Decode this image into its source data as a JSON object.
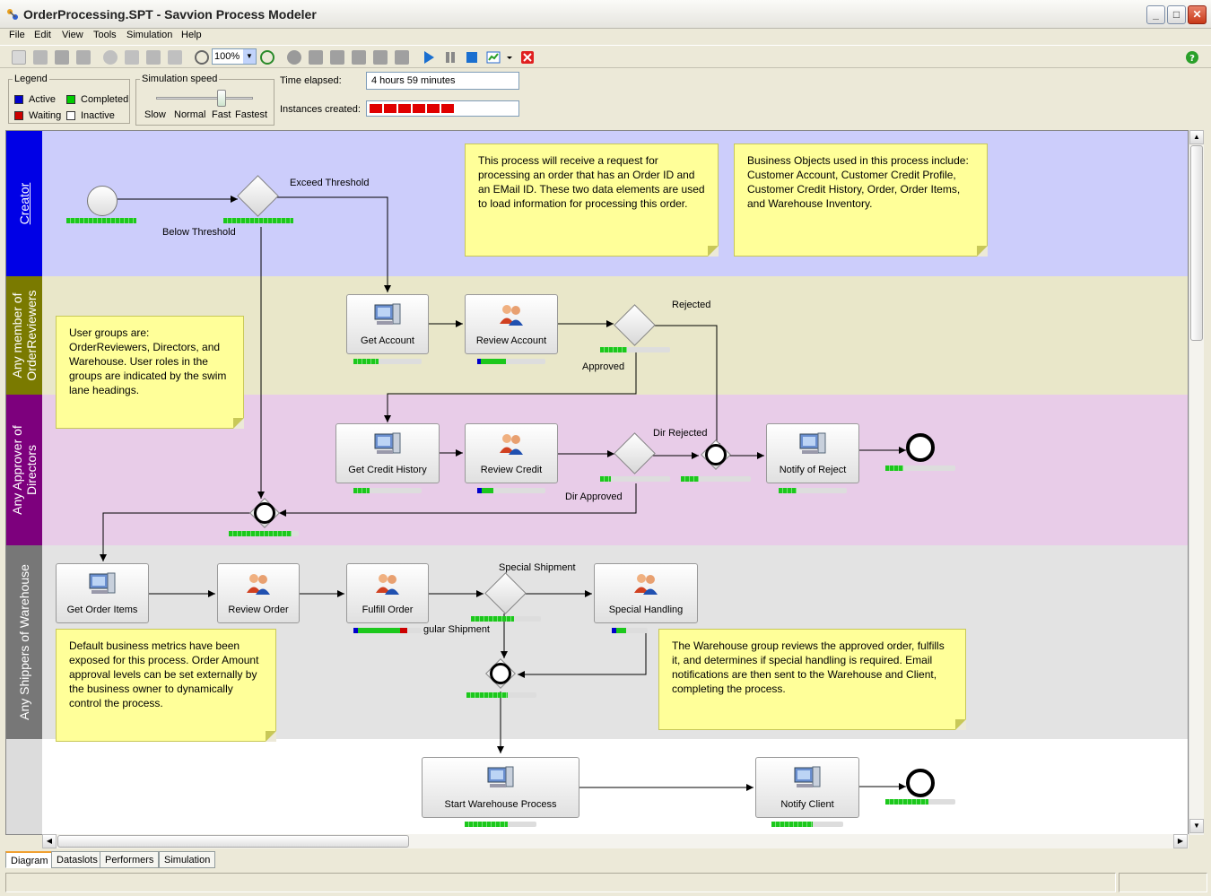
{
  "window": {
    "title": "OrderProcessing.SPT - Savvion Process Modeler"
  },
  "menu": [
    "File",
    "Edit",
    "View",
    "Tools",
    "Simulation",
    "Help"
  ],
  "toolbar": {
    "zoom": "100%"
  },
  "legend": {
    "title": "Legend",
    "items": [
      {
        "label": "Active",
        "color": "#0000cc"
      },
      {
        "label": "Completed",
        "color": "#00cc00"
      },
      {
        "label": "Waiting",
        "color": "#cc0000"
      },
      {
        "label": "Inactive",
        "color": "#ffffff"
      }
    ]
  },
  "speed": {
    "title": "Simulation speed",
    "labels": [
      "Slow",
      "Normal",
      "Fast",
      "Fastest"
    ]
  },
  "sim": {
    "time_label": "Time elapsed:",
    "time_value": "4 hours 59 minutes",
    "instances_label": "Instances created:",
    "instances_count": 6
  },
  "lanes": [
    {
      "label": "Creator",
      "color": "#0000e6",
      "bg": "#cccdfb"
    },
    {
      "label": "Any member of OrderReviewers",
      "color": "#7a7a00",
      "bg": "#e9e7c9"
    },
    {
      "label": "Any Approver of Directors",
      "color": "#7d007d",
      "bg": "#e8cce8"
    },
    {
      "label": "Any Shippers of Warehouse",
      "color": "#777777",
      "bg": "#e3e3e3"
    }
  ],
  "tasks": {
    "get_account": "Get Account",
    "review_account": "Review Account",
    "get_credit_history": "Get Credit History",
    "review_credit": "Review Credit",
    "notify_reject": "Notify of Reject",
    "get_order_items": "Get Order Items",
    "review_order": "Review Order",
    "fulfill_order": "Fulfill Order",
    "special_handling": "Special Handling",
    "start_warehouse": "Start Warehouse Process",
    "notify_client": "Notify Client"
  },
  "flow_labels": {
    "exceed": "Exceed Threshold",
    "below": "Below Threshold",
    "rejected": "Rejected",
    "approved": "Approved",
    "dir_rejected": "Dir Rejected",
    "dir_approved": "Dir Approved",
    "special": "Special Shipment",
    "regular": "gular Shipment"
  },
  "notes": {
    "n1": "This process will receive a request for processing an order that has an Order ID and an EMail ID. These two data elements are used to load information for processing this order.",
    "n2": "Business Objects used in this process include: Customer Account, Customer Credit Profile, Customer Credit History, Order, Order Items, and Warehouse Inventory.",
    "n3": "User groups are: OrderReviewers, Directors, and Warehouse. User roles in the groups are indicated by the swim lane headings.",
    "n4": "Default business metrics have been exposed for this process. Order Amount approval levels can be set externally by the business owner to dynamically control the process.",
    "n5": "The Warehouse group reviews the approved order, fulfills it, and determines if special handling is required. Email notifications are then sent to the Warehouse and Client, completing the process."
  },
  "tabs": [
    "Diagram",
    "Dataslots",
    "Performers",
    "Simulation"
  ]
}
